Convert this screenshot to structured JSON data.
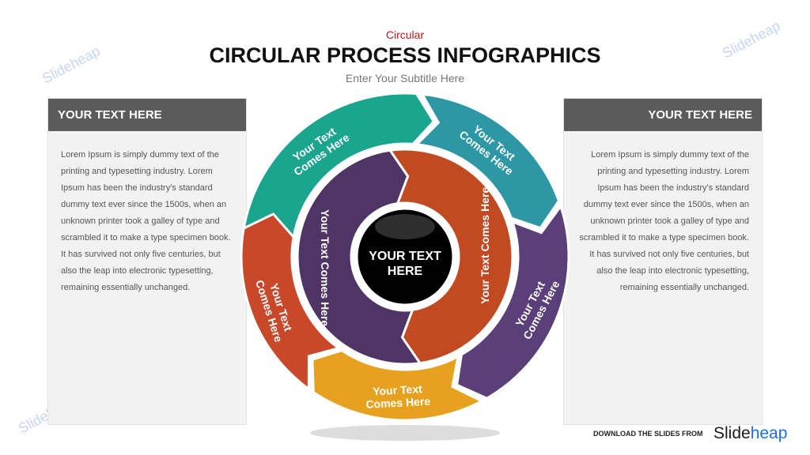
{
  "header": {
    "kicker": "Circular",
    "title": "CIRCULAR PROCESS INFOGRAPHICS",
    "subtitle": "Enter Your Subtitle Here"
  },
  "left_panel": {
    "heading": "YOUR TEXT HERE",
    "body": "Lorem Ipsum is simply dummy text of the printing and typesetting industry. Lorem Ipsum has been the industry's standard dummy text ever since the 1500s, when an unknown printer took a galley of type and scrambled it to make a type specimen book. It has survived not only five centuries, but also the leap into electronic typesetting, remaining essentially unchanged."
  },
  "right_panel": {
    "heading": "YOUR TEXT HERE",
    "body": "Lorem Ipsum is simply dummy text of the printing and typesetting industry. Lorem Ipsum has been the industry's standard dummy text ever since the 1500s, when an unknown printer took a galley of type and scrambled it to make a type specimen book. It has survived not only five centuries, but also the leap into electronic typesetting, remaining essentially unchanged."
  },
  "diagram": {
    "center": "YOUR TEXT|HERE",
    "outer": [
      {
        "label": "Your Text|Comes Here",
        "color": "#1aa58f"
      },
      {
        "label": "Your Text|Comes Here",
        "color": "#2d97a6"
      },
      {
        "label": "Your Text|Comes Here",
        "color": "#5a3f78"
      },
      {
        "label": "Your Text|Comes Here",
        "color": "#e6a21f"
      },
      {
        "label": "Your Text|Comes Here",
        "color": "#c9482a"
      }
    ],
    "inner": [
      {
        "label": "Your Text Comes Here",
        "color": "#c24a22"
      },
      {
        "label": "Your Text Comes Here",
        "color": "#4e3565"
      }
    ]
  },
  "watermark": "Slideheap",
  "footer": {
    "text": "DOWNLOAD THE SLIDES FROM",
    "logo_a": "Slide",
    "logo_b": "heap"
  }
}
